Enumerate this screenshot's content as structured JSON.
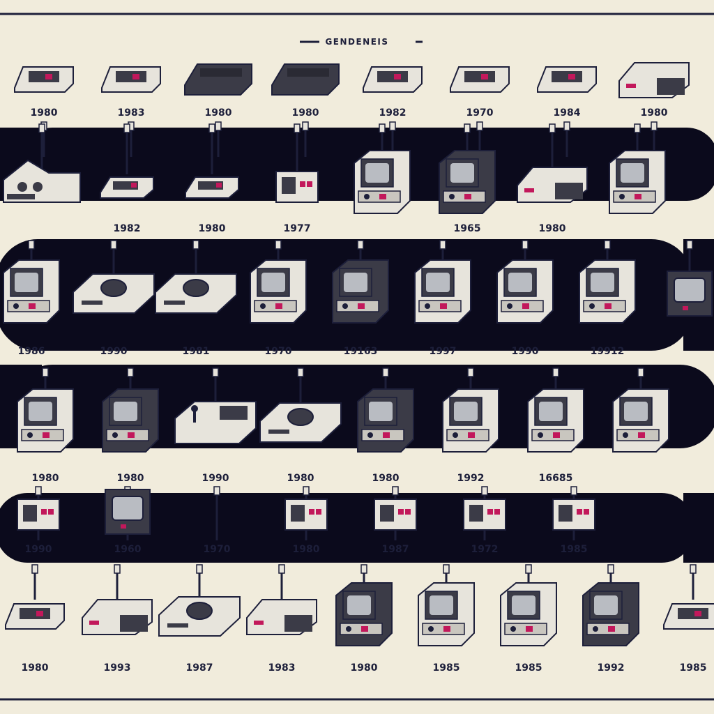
{
  "title": "GENDENEIS",
  "colors": {
    "background": "#f1ecdc",
    "track": "#0b0a1c",
    "frame": "#1d1f3a",
    "device_light": "#e7e4dc",
    "device_mid": "#c9c6bf",
    "device_dark": "#3b3b47",
    "screen": "#b9bcc2",
    "accent": "#c2185b"
  },
  "rows": [
    {
      "id": "row1",
      "items": [
        {
          "kind": "console-flat",
          "label": "1980"
        },
        {
          "kind": "console-flat",
          "label": "1983"
        },
        {
          "kind": "console-dark",
          "label": "1980"
        },
        {
          "kind": "console-dark",
          "label": "1980"
        },
        {
          "kind": "console-flat",
          "label": "1982"
        },
        {
          "kind": "console-flat",
          "label": "1970"
        },
        {
          "kind": "console-flat",
          "label": "1984"
        },
        {
          "kind": "console-box",
          "label": "1980"
        }
      ]
    },
    {
      "id": "row2",
      "items": [
        {
          "kind": "console-knobs",
          "label": ""
        },
        {
          "kind": "controller",
          "label": "1982"
        },
        {
          "kind": "controller",
          "label": "1980"
        },
        {
          "kind": "handheld",
          "label": "1977"
        },
        {
          "kind": "cabinet",
          "label": ""
        },
        {
          "kind": "cabinet-dark",
          "label": "1965"
        },
        {
          "kind": "console-box",
          "label": "1980"
        },
        {
          "kind": "cabinet",
          "label": ""
        }
      ]
    },
    {
      "id": "row3",
      "items": [
        {
          "kind": "cabinet",
          "label": "1986"
        },
        {
          "kind": "console-disc",
          "label": "1990"
        },
        {
          "kind": "console-disc",
          "label": "1981"
        },
        {
          "kind": "cabinet",
          "label": "1970"
        },
        {
          "kind": "cabinet-dark",
          "label": "19163"
        },
        {
          "kind": "cabinet",
          "label": "1997"
        },
        {
          "kind": "cabinet",
          "label": "1990"
        },
        {
          "kind": "cabinet",
          "label": "19912"
        },
        {
          "kind": "tv",
          "label": ""
        }
      ]
    },
    {
      "id": "row4",
      "items": [
        {
          "kind": "cabinet",
          "label": "1980"
        },
        {
          "kind": "cabinet-dark",
          "label": "1980"
        },
        {
          "kind": "console-joystick",
          "label": "1990"
        },
        {
          "kind": "console-disc",
          "label": "1980"
        },
        {
          "kind": "cabinet-dark",
          "label": "1980"
        },
        {
          "kind": "cabinet",
          "label": "1992"
        },
        {
          "kind": "cabinet",
          "label": "16685"
        },
        {
          "kind": "cabinet",
          "label": ""
        }
      ]
    },
    {
      "id": "row5",
      "items": [
        {
          "kind": "handheld",
          "label": "1990"
        },
        {
          "kind": "tv",
          "label": "1960"
        },
        {
          "kind": "none",
          "label": "1970"
        },
        {
          "kind": "handheld",
          "label": "1980"
        },
        {
          "kind": "handheld",
          "label": "1987"
        },
        {
          "kind": "handheld",
          "label": "1972"
        },
        {
          "kind": "handheld",
          "label": "1985"
        }
      ]
    },
    {
      "id": "row6",
      "items": [
        {
          "kind": "console-flat",
          "label": "1980"
        },
        {
          "kind": "console-box",
          "label": "1993"
        },
        {
          "kind": "console-disc",
          "label": "1987"
        },
        {
          "kind": "console-box",
          "label": "1983"
        },
        {
          "kind": "cabinet-dark",
          "label": "1980"
        },
        {
          "kind": "cabinet",
          "label": "1985"
        },
        {
          "kind": "cabinet",
          "label": "1985"
        },
        {
          "kind": "cabinet-dark",
          "label": "1992"
        },
        {
          "kind": "console-flat",
          "label": "1985"
        }
      ]
    }
  ]
}
